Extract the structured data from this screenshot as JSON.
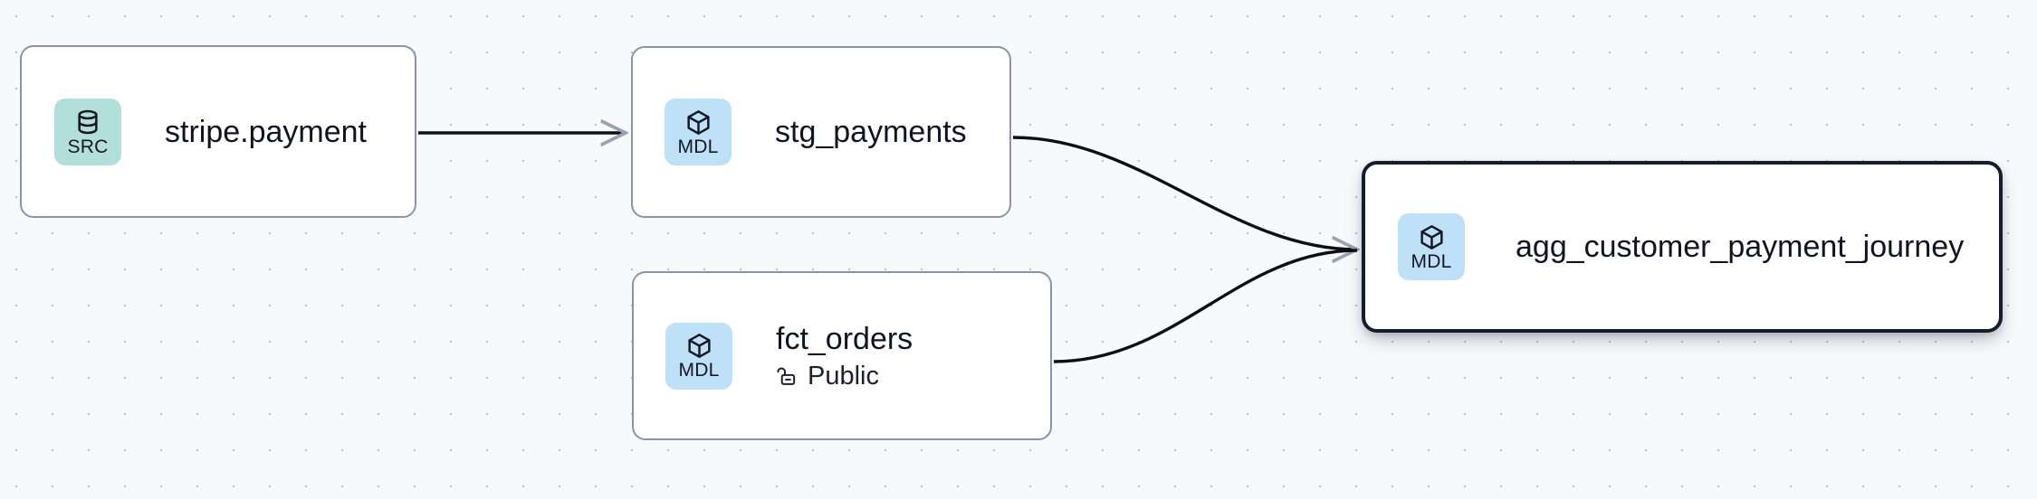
{
  "graph": {
    "background_color": "#f7f9fb",
    "grid_dot_color": "#b9bfcc",
    "edge_color": "#0d0f14",
    "nodes": [
      {
        "id": "stripe-payment",
        "title": "stripe.payment",
        "kind": "SRC",
        "icon": "database-icon",
        "badge_color": "#b2dfdb",
        "selected": false,
        "subtitle": null
      },
      {
        "id": "stg-payments",
        "title": "stg_payments",
        "kind": "MDL",
        "icon": "cube-icon",
        "badge_color": "#bfe1f8",
        "selected": false,
        "subtitle": null
      },
      {
        "id": "fct-orders",
        "title": "fct_orders",
        "kind": "MDL",
        "icon": "cube-icon",
        "badge_color": "#bfe1f8",
        "selected": false,
        "subtitle": "Public",
        "subtitle_icon": "unlock-icon"
      },
      {
        "id": "agg-customer-payment-journey",
        "title": "agg_customer_payment_journey",
        "kind": "MDL",
        "icon": "cube-icon",
        "badge_color": "#bfe1f8",
        "selected": true,
        "subtitle": null
      }
    ],
    "edges": [
      {
        "id": "e1",
        "from": "stripe-payment",
        "to": "stg-payments",
        "style": "straight"
      },
      {
        "id": "e2",
        "from": "stg-payments",
        "to": "agg-customer-payment-journey",
        "style": "bezier"
      },
      {
        "id": "e3",
        "from": "fct-orders",
        "to": "agg-customer-payment-journey",
        "style": "bezier"
      }
    ]
  }
}
